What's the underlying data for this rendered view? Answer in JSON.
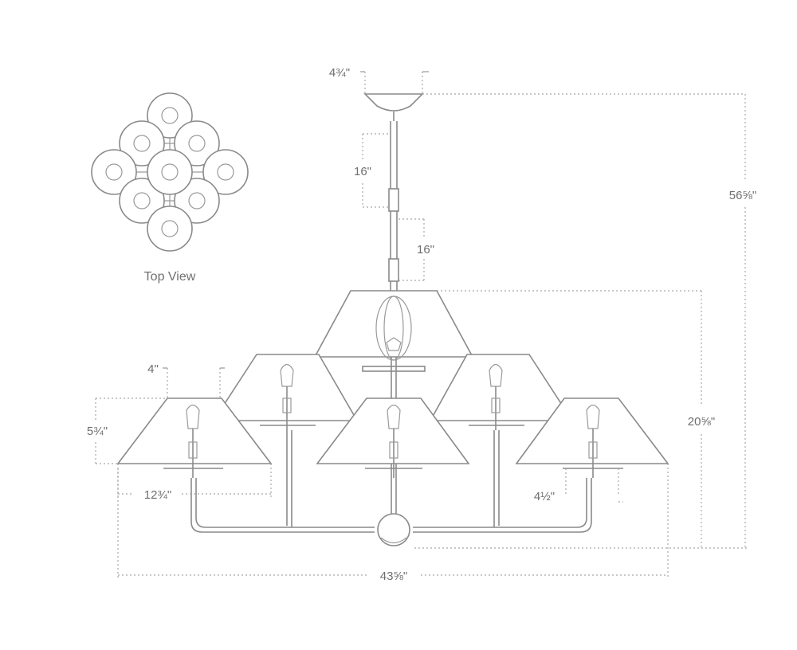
{
  "top_view": {
    "caption": "Top View"
  },
  "dimensions": {
    "canopy_width": "4¾\"",
    "overall_height": "56⅝\"",
    "stem_1": "16\"",
    "stem_2": "16\"",
    "fixture_height": "20⅝\"",
    "shade_top": "4\"",
    "shade_height": "5¾\"",
    "shade_bottom": "12¾\"",
    "backplate": "4½\"",
    "overall_width": "43⅝\""
  }
}
